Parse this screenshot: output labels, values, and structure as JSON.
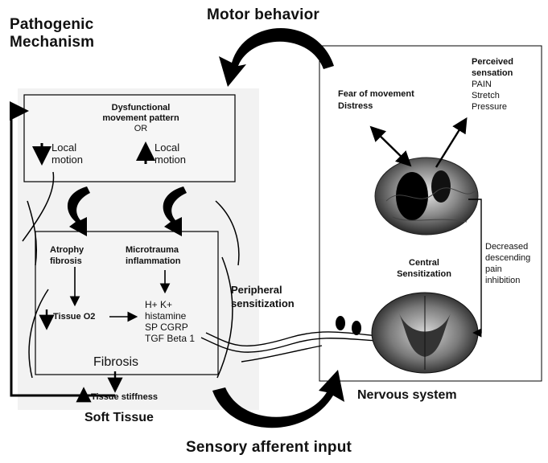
{
  "title": {
    "line1": "Pathogenic",
    "line2": "Mechanism"
  },
  "cycle": {
    "top_label": "Motor behavior",
    "bottom_label": "Sensory afferent input"
  },
  "movement_box": {
    "heading_line1": "Dysfunctional",
    "heading_line2": "movement pattern",
    "or": "OR",
    "down_line1": "Local",
    "down_line2": "motion",
    "up_line1": "Local",
    "up_line2": "motion"
  },
  "tissue_box": {
    "left_heading_line1": "Atrophy",
    "left_heading_line2": "fibrosis",
    "right_heading_line1": "Microtrauma",
    "right_heading_line2": "inflammation",
    "tissue_o2": "Tissue O2",
    "mediators": [
      "H+ K+",
      "histamine",
      "SP CGRP",
      "TGF Beta 1"
    ],
    "fibrosis": "Fibrosis",
    "stiffness": "Tissue stiffness",
    "label": "Soft Tissue"
  },
  "peripheral": {
    "line1": "Peripheral",
    "line2": "sensitization"
  },
  "nervous_system": {
    "label": "Nervous system",
    "fear_line1": "Fear of movement",
    "fear_line2": "Distress",
    "perceived_line1": "Perceived",
    "perceived_line2": "sensation",
    "perceived_items": [
      "PAIN",
      "Stretch",
      "Pressure"
    ],
    "central_line1": "Central",
    "central_line2": "Sensitization",
    "inhibition_lines": [
      "Decreased",
      "descending",
      "pain",
      "inhibition"
    ]
  }
}
